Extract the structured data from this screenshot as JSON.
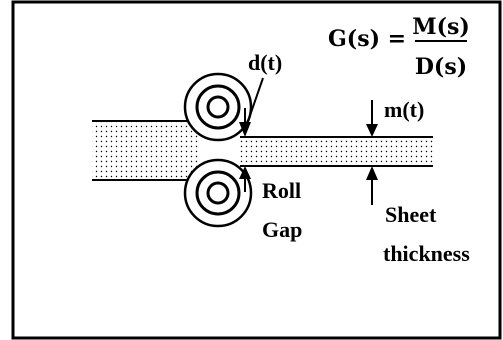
{
  "transfer_function": {
    "lhs": "G(s) =",
    "numerator": "M(s)",
    "denominator": "D(s)"
  },
  "labels": {
    "gap_signal": "d(t)",
    "measured_signal": "m(t)",
    "roll_gap_line1": "Roll",
    "roll_gap_line2": "Gap",
    "sheet_thickness_line1": "Sheet",
    "sheet_thickness_line2": "thickness"
  },
  "colors": {
    "stroke": "#000000",
    "background": "#ffffff",
    "sheet_dots": "#000000"
  }
}
